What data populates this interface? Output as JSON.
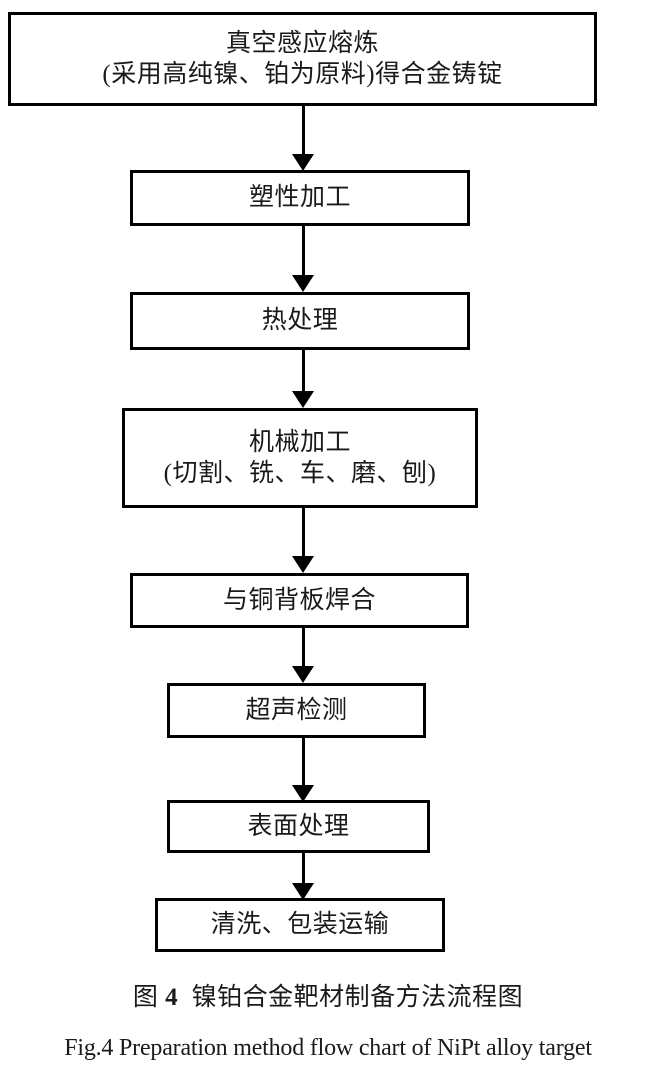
{
  "figure": {
    "type": "flowchart",
    "orientation": "vertical-top-to-bottom",
    "box_border_color": "#000000",
    "box_fill_color": "#ffffff",
    "text_color": "#1a1a1a",
    "nodes": [
      {
        "id": "vacuum-induction-melting",
        "lines": [
          "真空感应熔炼",
          "(采用高纯镍、铂为原料)得合金铸锭"
        ]
      },
      {
        "id": "plastic-working",
        "lines": [
          "塑性加工"
        ]
      },
      {
        "id": "heat-treatment",
        "lines": [
          "热处理"
        ]
      },
      {
        "id": "machining",
        "lines": [
          "机械加工",
          "(切割、铣、车、磨、刨)"
        ]
      },
      {
        "id": "bonding-to-copper-backing-plate",
        "lines": [
          "与铜背板焊合"
        ]
      },
      {
        "id": "ultrasonic-inspection",
        "lines": [
          "超声检测"
        ]
      },
      {
        "id": "surface-treatment",
        "lines": [
          "表面处理"
        ]
      },
      {
        "id": "cleaning-packaging-transport",
        "lines": [
          "清洗、包装运输"
        ]
      }
    ]
  },
  "caption": {
    "chinese_prefix": "图",
    "chinese_number": "4",
    "chinese_text": "镍铂合金靶材制备方法流程图",
    "english": "Fig.4 Preparation method flow chart of NiPt alloy target"
  }
}
